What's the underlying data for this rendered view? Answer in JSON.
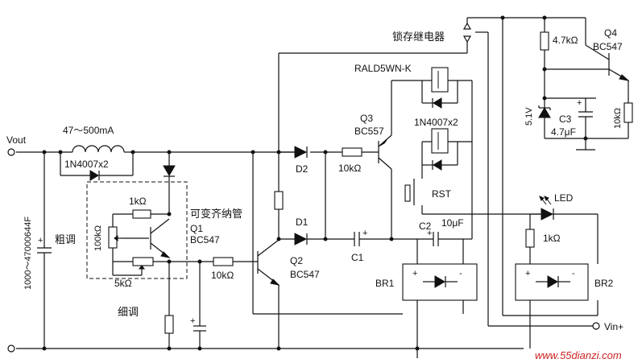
{
  "labels": {
    "vout": "Vout",
    "vin": "Vin+",
    "current_range": "47～500mA",
    "diode_top": "1N4007x2",
    "cap_vertical": "1000～47000644F",
    "coarse": "粗调",
    "fine": "细调",
    "r_1k": "1kΩ",
    "r_100k": "100kΩ",
    "r_5k": "5kΩ",
    "thyristor": "可变齐纳管",
    "q1_name": "Q1",
    "q1_type": "BC547",
    "r_10k_left": "10kΩ",
    "q2_name": "Q2",
    "q2_type": "BC547",
    "d2": "D2",
    "d1": "D1",
    "r_10k_mid": "10kΩ",
    "c1": "C1",
    "q3_name": "Q3",
    "q3_type": "BC557",
    "relay_title": "锁存继电器",
    "relay_model": "RALD5WN-K",
    "relay_diodes": "1N4007x2",
    "rst": "RST",
    "c2": "C2",
    "c2_value": "10μF",
    "br1": "BR1",
    "br2": "BR2",
    "r_47k": "4.7kΩ",
    "q4_name": "Q4",
    "q4_type": "BC547",
    "zener": "5.1V",
    "c3": "C3",
    "c3_value": "4.7μF",
    "r_10k_right": "10kΩ",
    "led": "LED",
    "r_1k_led": "1kΩ",
    "plus": "+",
    "minus": "-",
    "watermark": "www.55dianzi.com"
  }
}
